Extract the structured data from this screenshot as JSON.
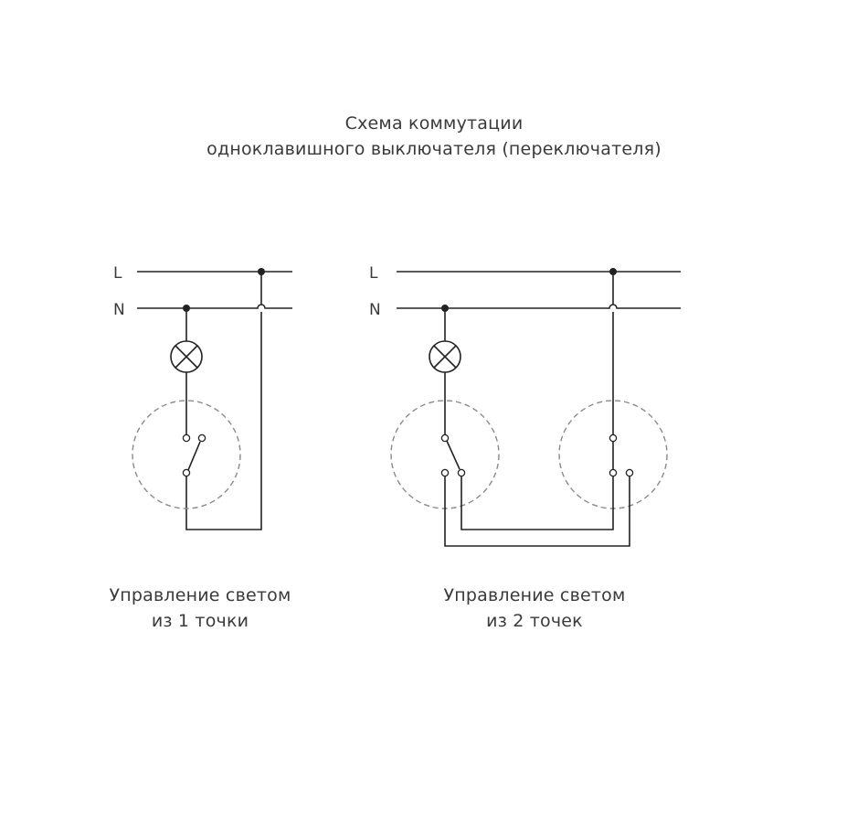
{
  "title": {
    "line1": "Схема коммутации",
    "line2": "одноклавишного выключателя (переключателя)"
  },
  "diagram_left": {
    "line_label_L": "L",
    "line_label_N": "N",
    "caption_line1": "Управление светом",
    "caption_line2": "из 1 точки"
  },
  "diagram_right": {
    "line_label_L": "L",
    "line_label_N": "N",
    "caption_line1": "Управление светом",
    "caption_line2": "из 2 точек"
  },
  "colors": {
    "wire": "#222222",
    "dashed_circle": "#8a8a8a",
    "text": "#3a3a3a"
  }
}
